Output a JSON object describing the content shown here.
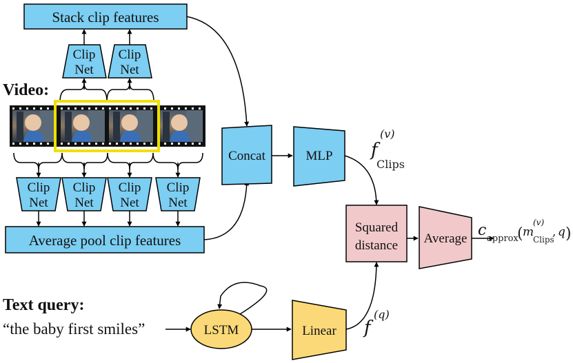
{
  "video_label": "Video:",
  "stack_box": "Stack clip features",
  "avg_box": "Average pool clip features",
  "clipnet": {
    "line1": "Clip",
    "line2": "Net"
  },
  "concat": "Concat",
  "mlp": "MLP",
  "squared": {
    "line1": "Squared",
    "line2": "distance"
  },
  "average": "Average",
  "linear": "Linear",
  "lstm": "LSTM",
  "text_query_label": "Text query:",
  "query_text": "“the baby first smiles”",
  "f_clips": {
    "f": "f",
    "sup": "(v)",
    "sub": "Clips"
  },
  "f_q": {
    "f": "f",
    "sup": "(q)"
  },
  "c_approx": {
    "c": "c",
    "sub": "approx",
    "m": "m",
    "m_sup": "(v)",
    "m_sub": "Clips",
    "q": "q"
  },
  "colors": {
    "blue": "#7ccef2",
    "pink": "#f1c9ca",
    "yellow": "#fbd978",
    "frame_highlight": "#f0e000"
  },
  "icons": {
    "video_frames": "baby-video-frame-icon"
  }
}
